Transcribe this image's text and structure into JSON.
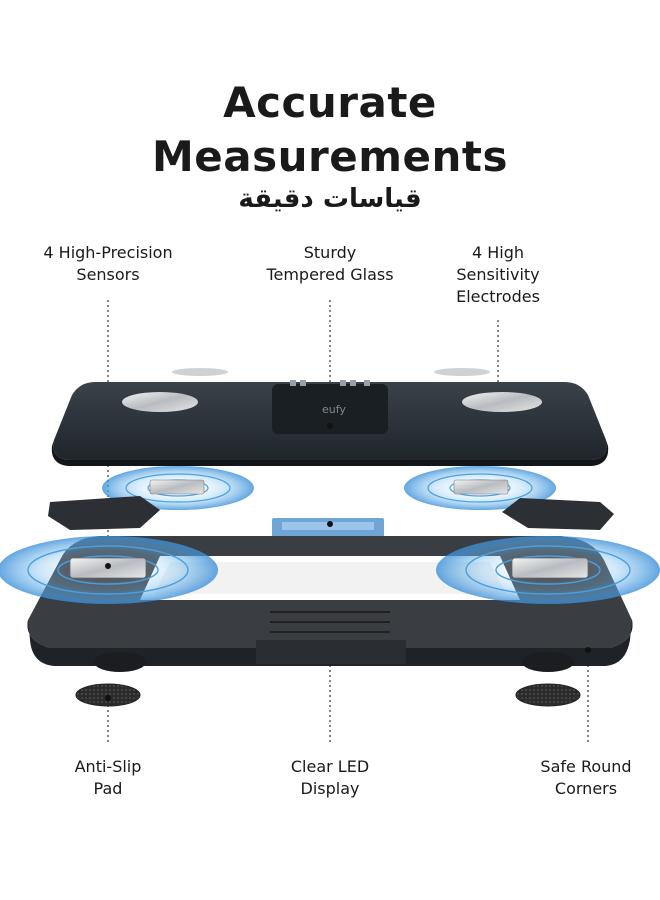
{
  "heading": {
    "line1": "Accurate",
    "line2": "Measurements",
    "arabic": "قياسات دقيقة"
  },
  "callouts": {
    "sensors": {
      "line1": "4 High-Precision",
      "line2": "Sensors"
    },
    "glass": {
      "line1": "Sturdy",
      "line2": "Tempered Glass"
    },
    "electrodes": {
      "line1": "4 High",
      "line2": "Sensitivity",
      "line3": "Electrodes"
    },
    "pad": {
      "line1": "Anti-Slip",
      "line2": "Pad"
    },
    "display": {
      "line1": "Clear LED",
      "line2": "Display"
    },
    "corners": {
      "line1": "Safe Round",
      "line2": "Corners"
    }
  },
  "colors": {
    "glass": "#2a3138",
    "base": "#3a3d42",
    "wave": "#3b8fd8",
    "text": "#1a1a1a"
  },
  "icons": {
    "brand_logo": "eufy-logo"
  }
}
